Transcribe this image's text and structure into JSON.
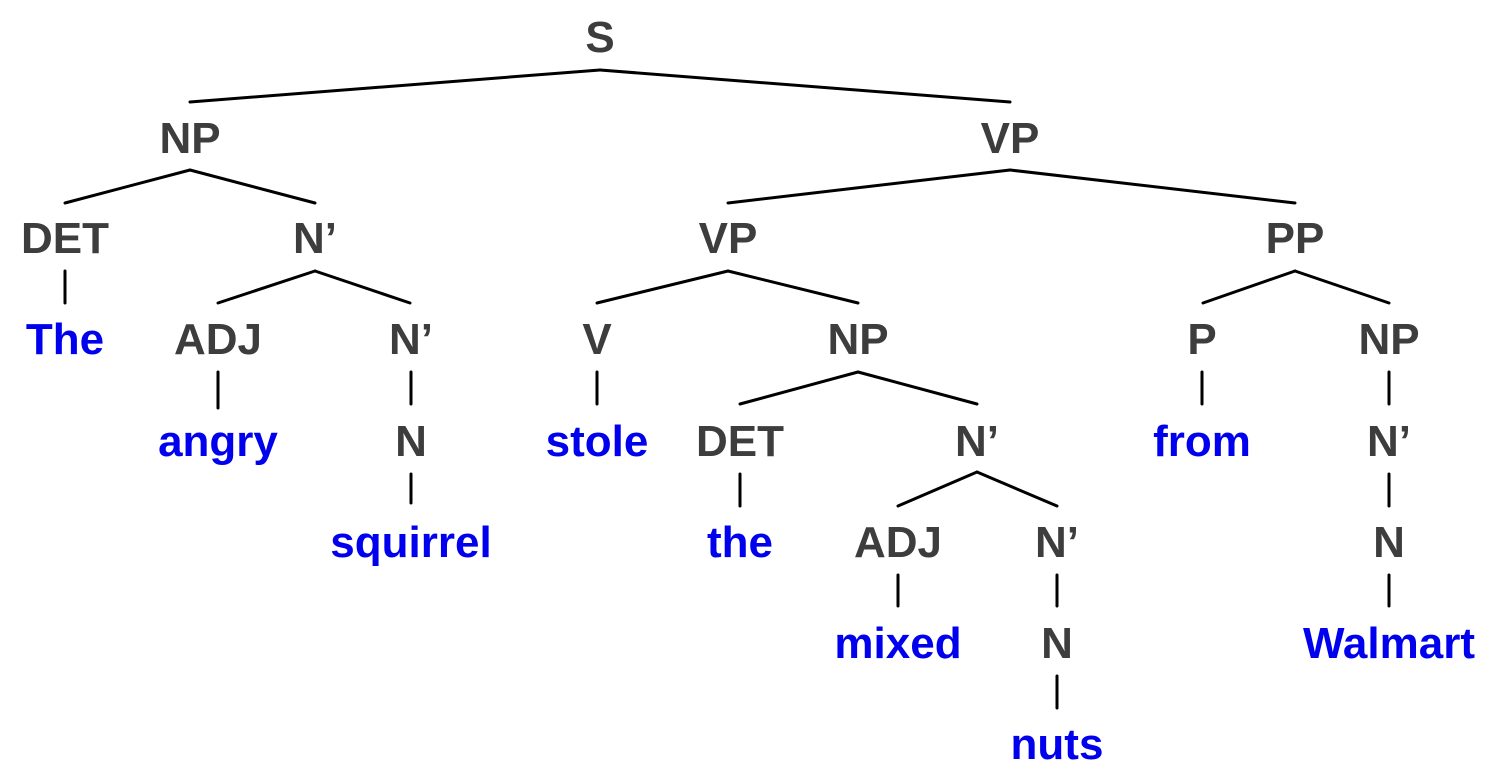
{
  "colors": {
    "category": "#3d3d3d",
    "word": "#0000ee",
    "edge": "#000000"
  },
  "nodes": {
    "s": "S",
    "np_subj": "NP",
    "vp_top": "VP",
    "det_subj": "DET",
    "nbar_subj": "N’",
    "vp_inner": "VP",
    "pp": "PP",
    "w_the_cap": "The",
    "adj_subj": "ADJ",
    "nbar_subj2": "N’",
    "v": "V",
    "np_obj": "NP",
    "p": "P",
    "np_pp": "NP",
    "w_angry": "angry",
    "n_subj": "N",
    "w_stole": "stole",
    "det_obj": "DET",
    "nbar_obj": "N’",
    "w_from": "from",
    "nbar_pp": "N’",
    "w_squirrel": "squirrel",
    "w_the": "the",
    "adj_obj": "ADJ",
    "nbar_obj2": "N’",
    "n_pp": "N",
    "w_mixed": "mixed",
    "n_obj": "N",
    "w_walmart": "Walmart",
    "w_nuts": "nuts"
  }
}
